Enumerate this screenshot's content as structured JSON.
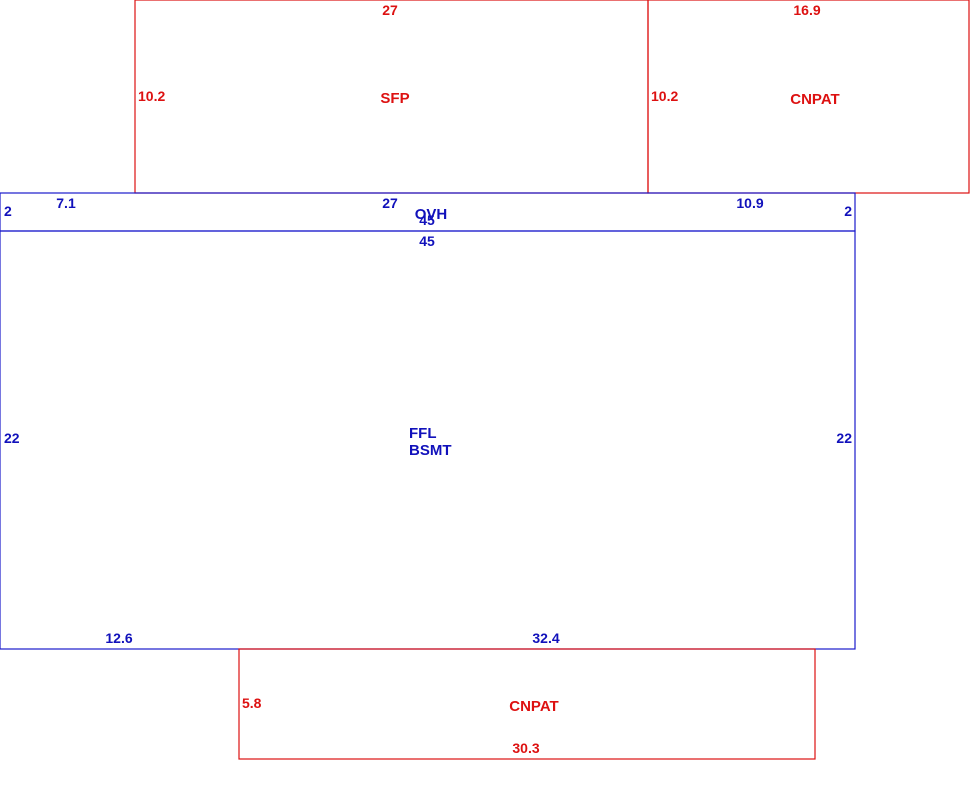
{
  "colors": {
    "primary_area": "#1111bb",
    "secondary_area": "#dd1111"
  },
  "areas": {
    "sfp": {
      "label": "SFP",
      "top": "27",
      "left": "10.2"
    },
    "cnpat_top": {
      "label": "CNPAT",
      "top": "16.9",
      "left": "10.2"
    },
    "ovh": {
      "label": "OVH",
      "top_left": "7.1",
      "top_center": "27",
      "top_right": "10.9",
      "left": "2",
      "right": "2",
      "bottom": "45"
    },
    "main": {
      "label_1": "FFL",
      "label_2": "BSMT",
      "top": "45",
      "left": "22",
      "right": "22",
      "bottom_left": "12.6",
      "bottom_right": "32.4"
    },
    "cnpat_bottom": {
      "label": "CNPAT",
      "left": "5.8",
      "bottom": "30.3"
    }
  }
}
